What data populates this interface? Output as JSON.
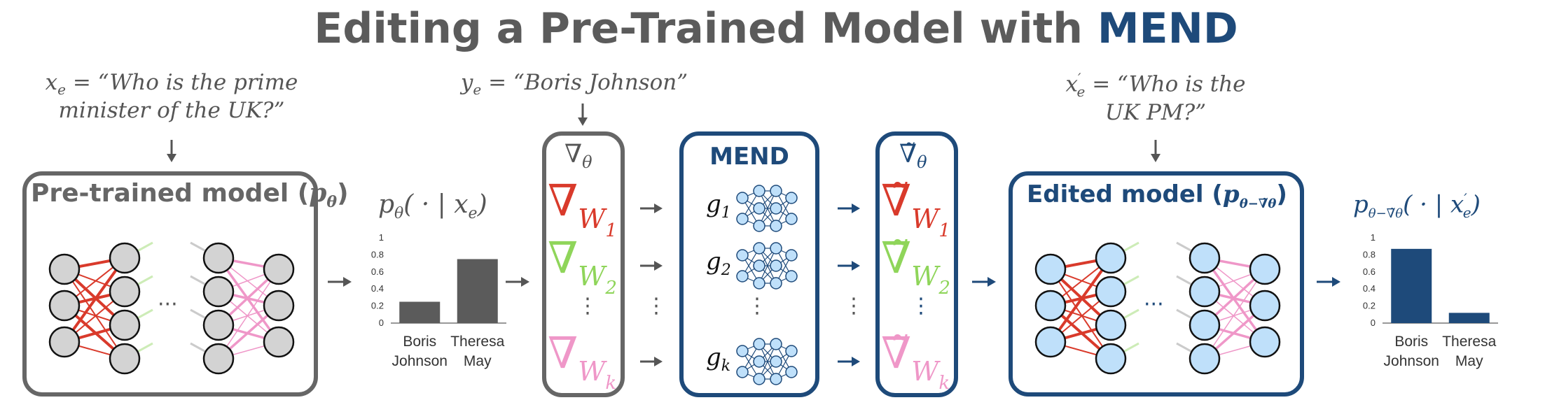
{
  "title": {
    "prefix": "Editing a Pre-Trained Model with ",
    "accent": "MEND"
  },
  "colors": {
    "grey": "#666666",
    "blue": "#1e4a7a",
    "red": "#d93a2b",
    "green": "#8fd55a",
    "pink": "#ef97c8",
    "node_grey": "#d3d3d3",
    "node_blue": "#bfe0fa"
  },
  "input_text": {
    "x_lhs": "x",
    "x_sub": "e",
    "x_quote_line1": " = “Who is the prime",
    "x_quote_line2": "minister of the UK?”"
  },
  "target_text": {
    "y_lhs": "y",
    "y_sub": "e",
    "y_quote": " = “Boris Johnson”"
  },
  "edit_input_text": {
    "x_lhs": "x",
    "x_sub": "e",
    "x_prime": "′",
    "x_quote_line1": " = “Who is the",
    "x_quote_line2": "UK PM?”"
  },
  "pretrained_box": {
    "title": "Pre-trained model (",
    "param": "p",
    "param_sub": "θ",
    "close": ")",
    "ellipsis": "···"
  },
  "edited_box": {
    "title": "Edited model (",
    "param": "p",
    "param_sub": "θ−∇̃θ",
    "close": ")",
    "ellipsis": "···"
  },
  "pre_chart_label": {
    "p": "p",
    "sub": "θ",
    "rest": "( · | x",
    "xsub": "e",
    "close": ")"
  },
  "post_chart_label": {
    "p": "p",
    "sub": "θ−∇̃θ",
    "rest": "( · | x",
    "xsub": "e",
    "xprime": "′",
    "close": ")"
  },
  "gradient_box": {
    "header_symbol": "∇",
    "header_sub": "θ",
    "items": [
      {
        "symbol": "∇",
        "sub": "W",
        "idx": "1",
        "color": "#d93a2b"
      },
      {
        "symbol": "∇",
        "sub": "W",
        "idx": "2",
        "color": "#8fd55a"
      },
      {
        "symbol": "∇",
        "sub": "W",
        "idx": "k",
        "color": "#ef97c8"
      }
    ],
    "dots": "⋮"
  },
  "mend_box": {
    "title": "MEND",
    "items": [
      {
        "g": "g",
        "idx": "1"
      },
      {
        "g": "g",
        "idx": "2"
      },
      {
        "g": "g",
        "idx": "k"
      }
    ],
    "dots": "⋮"
  },
  "edited_gradient_box": {
    "header_symbol": "∇̃",
    "header_sub": "θ",
    "items": [
      {
        "symbol": "∇̃",
        "sub": "W",
        "idx": "1",
        "color": "#d93a2b"
      },
      {
        "symbol": "∇̃",
        "sub": "W",
        "idx": "2",
        "color": "#8fd55a"
      },
      {
        "symbol": "∇̃",
        "sub": "W",
        "idx": "k",
        "color": "#ef97c8"
      }
    ],
    "dots": "⋮"
  },
  "chart_data": [
    {
      "type": "bar",
      "categories": [
        "Boris\nJohnson",
        "Theresa\nMay"
      ],
      "values": [
        0.25,
        0.75
      ],
      "ylim": [
        0,
        1
      ],
      "yticks": [
        "0",
        "0.2",
        "0.4",
        "0.6",
        "0.8",
        "1"
      ],
      "color": "#5b5b5b",
      "title": "",
      "xlabel": "",
      "ylabel": ""
    },
    {
      "type": "bar",
      "categories": [
        "Boris\nJohnson",
        "Theresa\nMay"
      ],
      "values": [
        0.87,
        0.12
      ],
      "ylim": [
        0,
        1
      ],
      "yticks": [
        "0",
        "0.2",
        "0.4",
        "0.6",
        "0.8",
        "1"
      ],
      "color": "#1e4a7a",
      "title": "",
      "xlabel": "",
      "ylabel": ""
    }
  ]
}
